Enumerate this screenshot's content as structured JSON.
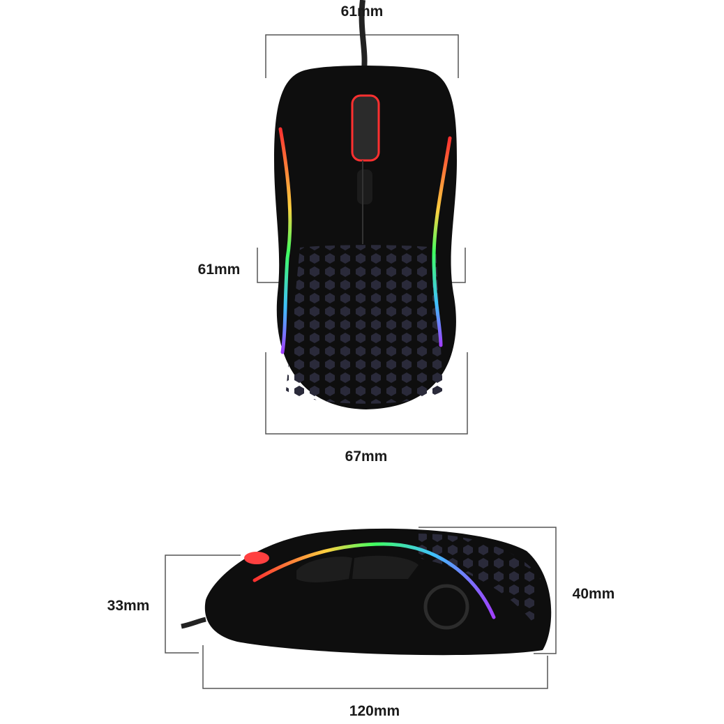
{
  "dimensions": {
    "top_width": "61mm",
    "grip_width": "61mm",
    "bottom_width": "67mm",
    "front_height": "33mm",
    "rear_height": "40mm",
    "length": "120mm"
  },
  "colors": {
    "line": "#555555",
    "body": "#0d0d0d",
    "rgb_red": "#ff3030",
    "rgb_green": "#3cff60",
    "rgb_blue": "#4060ff"
  }
}
